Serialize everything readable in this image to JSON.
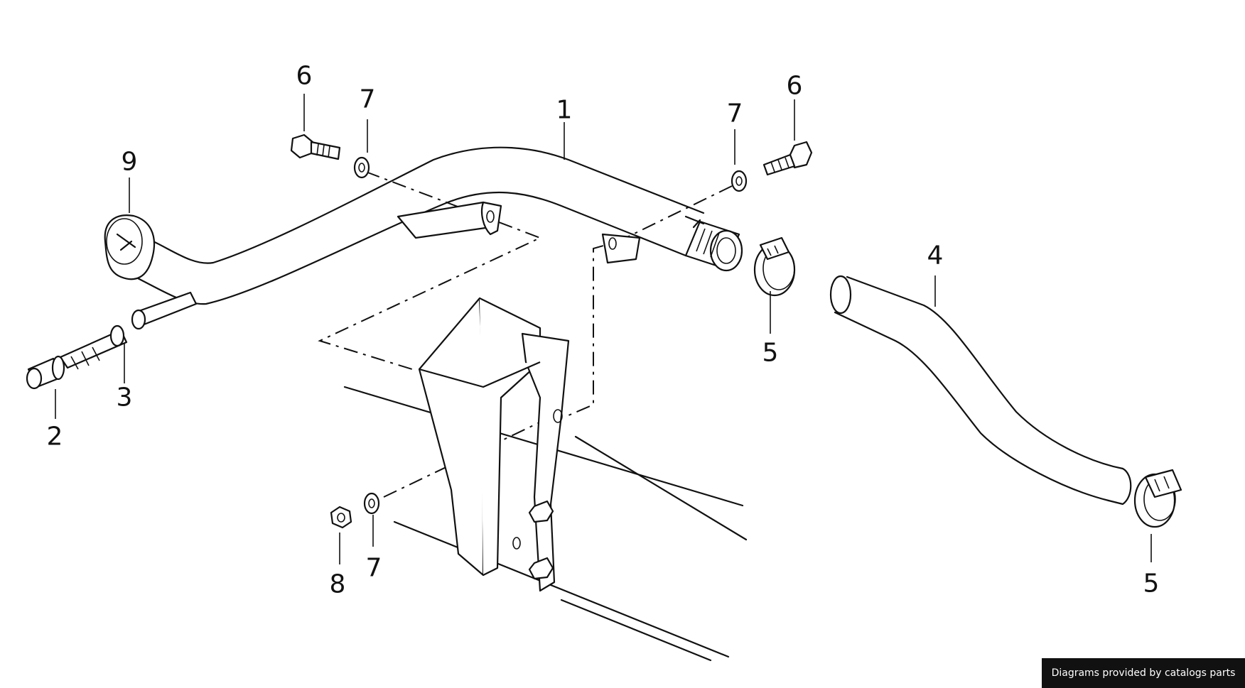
{
  "diagram": {
    "callouts": {
      "c1": "1",
      "c2": "2",
      "c3": "3",
      "c4": "4",
      "c5a": "5",
      "c5b": "5",
      "c6a": "6",
      "c6b": "6",
      "c7a": "7",
      "c7b": "7",
      "c7c": "7",
      "c8": "8",
      "c9": "9"
    }
  },
  "credit": "Diagrams provided by catalogs parts"
}
